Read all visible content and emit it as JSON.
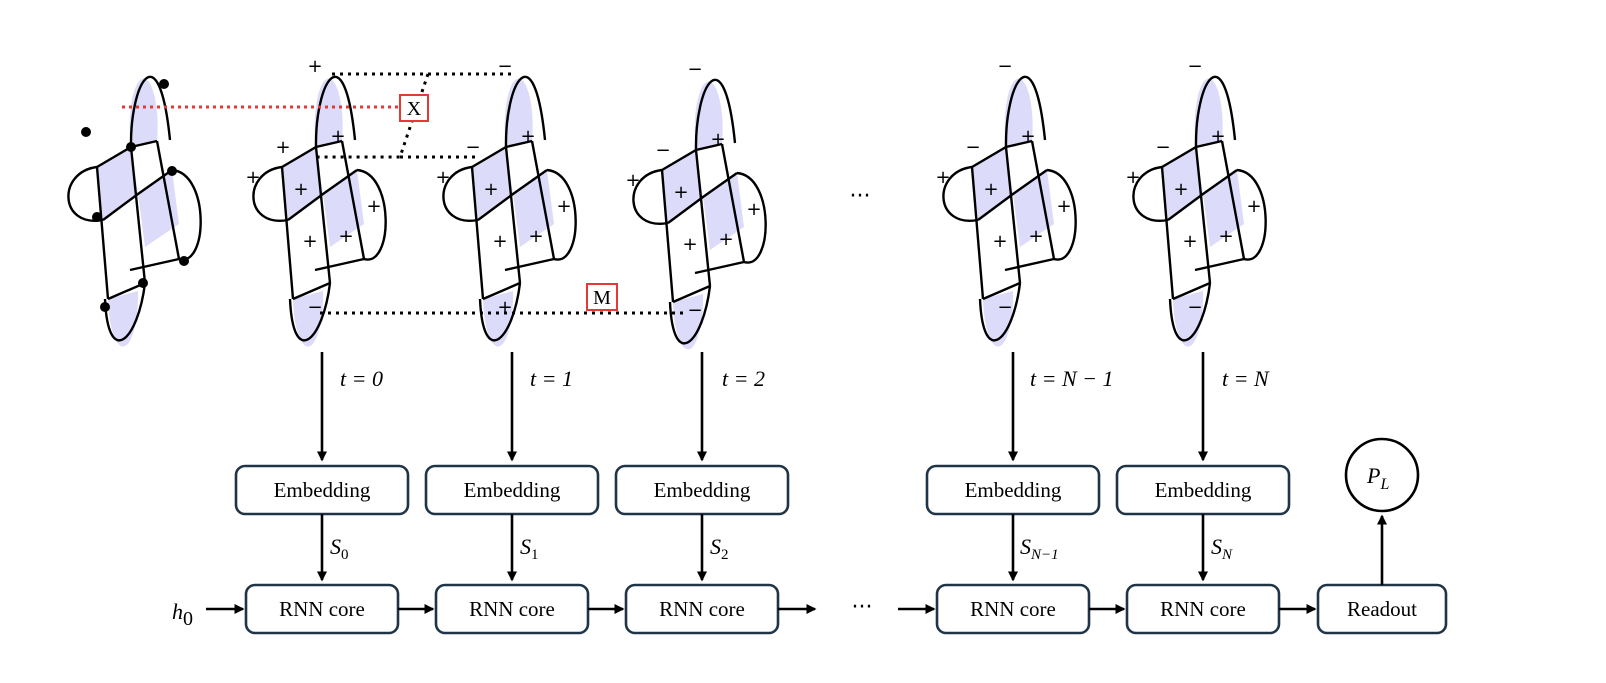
{
  "labels": {
    "t0": "t = 0",
    "t1": "t = 1",
    "t2": "t = 2",
    "tN1": "t = N − 1",
    "tN": "t = N",
    "h0": "h",
    "h0_sub": "0",
    "S": "S",
    "s0": "0",
    "s1": "1",
    "s2": "2",
    "sN1": "N−1",
    "sN": "N",
    "P": "P",
    "P_sub": "L",
    "ellipsis": "···",
    "ellipsis_top": "···"
  },
  "boxes": {
    "embedding": "Embedding",
    "rnn": "RNN core",
    "readout": "Readout"
  },
  "gates": {
    "x_gate": "X",
    "m_gate": "M"
  },
  "lattices": [
    {
      "signs": [
        "+",
        "+",
        "+",
        "+",
        "+",
        "+",
        "+",
        "+",
        "−"
      ]
    },
    {
      "signs": [
        "−",
        "−",
        "+",
        "+",
        "+",
        "+",
        "+",
        "+",
        "+"
      ]
    },
    {
      "signs": [
        "−",
        "−",
        "+",
        "+",
        "+",
        "+",
        "+",
        "+",
        "−"
      ]
    },
    {
      "signs": [
        "−",
        "−",
        "+",
        "+",
        "+",
        "+",
        "+",
        "+",
        "−"
      ]
    },
    {
      "signs": [
        "−",
        "−",
        "+",
        "+",
        "+",
        "+",
        "+",
        "+",
        "−"
      ]
    }
  ]
}
